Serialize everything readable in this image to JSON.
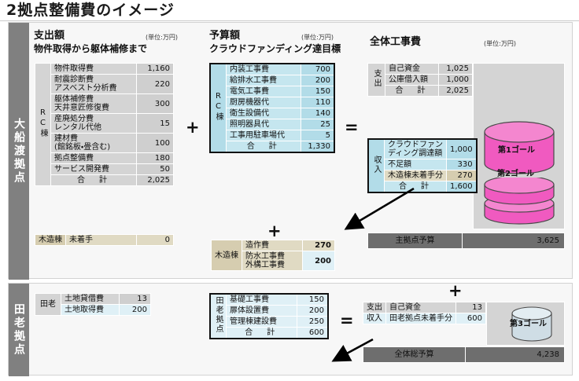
{
  "title": "2拠点整備費のイメージ",
  "sections": {
    "oofunato": {
      "tab_label": "大船渡拠点"
    },
    "taro": {
      "tab_label": "田老拠点"
    }
  },
  "headers": {
    "shishutsu": {
      "line1": "支出額",
      "line2": "物件取得から躯体補修まで",
      "unit": "(単位:万円)"
    },
    "yosan": {
      "line1": "予算額",
      "line2": "クラウドファンディング達目標",
      "unit": "(単位:万円)"
    },
    "zentai": {
      "line1": "全体工事費",
      "unit": "(単位:万円)"
    }
  },
  "operators": {
    "plus1": "+",
    "equals1": "=",
    "plus2": "+",
    "plus3": "+",
    "equals2": "="
  },
  "tables": {
    "expense_rc": {
      "side_label": "RC棟",
      "rows": [
        {
          "label": "物件取得費",
          "value": "1,160"
        },
        {
          "label": "耐震診断費\nアスベスト分析費",
          "value": "220"
        },
        {
          "label": "躯体補修費\n天井意匠修復費",
          "value": "300"
        },
        {
          "label": "産廃処分費\nレンタル代他",
          "value": "15"
        },
        {
          "label": "建材費\n(館銘板・畳含む)",
          "value": "100"
        },
        {
          "label": "拠点整備費",
          "value": "180"
        },
        {
          "label": "サービス開発費",
          "value": "50"
        }
      ],
      "total_label": "合　計",
      "total_value": "2,025"
    },
    "expense_wood": {
      "side_label": "木造棟",
      "rows": [
        {
          "label": "未着手",
          "value": "0"
        }
      ]
    },
    "budget_rc": {
      "side_label": "RC棟",
      "rows": [
        {
          "label": "内装工事費",
          "value": "700"
        },
        {
          "label": "給排水工事費",
          "value": "200"
        },
        {
          "label": "電気工事費",
          "value": "150"
        },
        {
          "label": "厨房機器代",
          "value": "110"
        },
        {
          "label": "衛生設備代",
          "value": "140"
        },
        {
          "label": "照明器具代",
          "value": "25"
        },
        {
          "label": "工事用駐車場代",
          "value": "5"
        }
      ],
      "total_label": "合　計",
      "total_value": "1,330"
    },
    "budget_wood": {
      "side_label": "木造棟",
      "rows": [
        {
          "label": "造作費",
          "value": "270"
        },
        {
          "label": "防水工事費\n外構工事費",
          "value": "200"
        }
      ]
    },
    "total_works": {
      "expense_side": "支出",
      "expense_rows": [
        {
          "label": "自己資金",
          "value": "1,025"
        },
        {
          "label": "公庫借入額",
          "value": "1,000"
        }
      ],
      "expense_total_label": "合　計",
      "expense_total_value": "2,025",
      "income_side": "収入",
      "income_rows": [
        {
          "label": "クラウドファン\nディング調達額",
          "value": "1,000"
        },
        {
          "label": "不足額",
          "value": "330"
        },
        {
          "label": "木造棟未着手分",
          "value": "270"
        }
      ],
      "income_total_label": "合　計",
      "income_total_value": "1,600",
      "summary_label": "主拠点予算",
      "summary_value": "3,625"
    },
    "taro_land": {
      "side_label": "田老",
      "rows": [
        {
          "label": "土地貸借費",
          "value": "13"
        },
        {
          "label": "土地取得費",
          "value": "200"
        }
      ]
    },
    "taro_works": {
      "side_label": "田老拠点",
      "rows": [
        {
          "label": "基礎工事費",
          "value": "150"
        },
        {
          "label": "扉体設置費",
          "value": "200"
        },
        {
          "label": "管理棟建設費",
          "value": "250"
        }
      ],
      "total_label": "合　計",
      "total_value": "600"
    },
    "taro_total": {
      "expense_side": "支出",
      "expense_label": "自己資金",
      "expense_value": "13",
      "income_side": "収入",
      "income_label": "田老拠点未着手分",
      "income_value": "600",
      "summary_label": "全体総予算",
      "summary_value": "4,238"
    }
  },
  "goals": {
    "goal1": {
      "label": "第1ゴール"
    },
    "goal2": {
      "label": "第2ゴール"
    },
    "goal3": {
      "label": "第3ゴール"
    }
  },
  "colors": {
    "pink": "#f05ac0",
    "pink_top": "#f486cf",
    "blue": "#b2dce8",
    "khaki": "#d6cdb0",
    "gray_tab": "#808080",
    "dark_row": "#6e6e6e"
  }
}
